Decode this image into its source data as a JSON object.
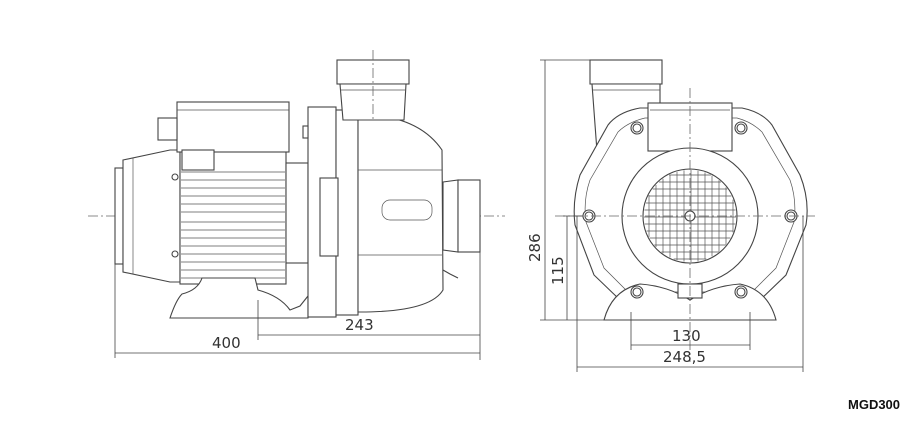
{
  "model": "MGD300",
  "dimensions": {
    "side_overall_length": "400",
    "side_base_to_inlet": "243",
    "front_height": "286",
    "front_axis_height": "115",
    "front_base_holes": "130",
    "front_width": "248,5"
  }
}
